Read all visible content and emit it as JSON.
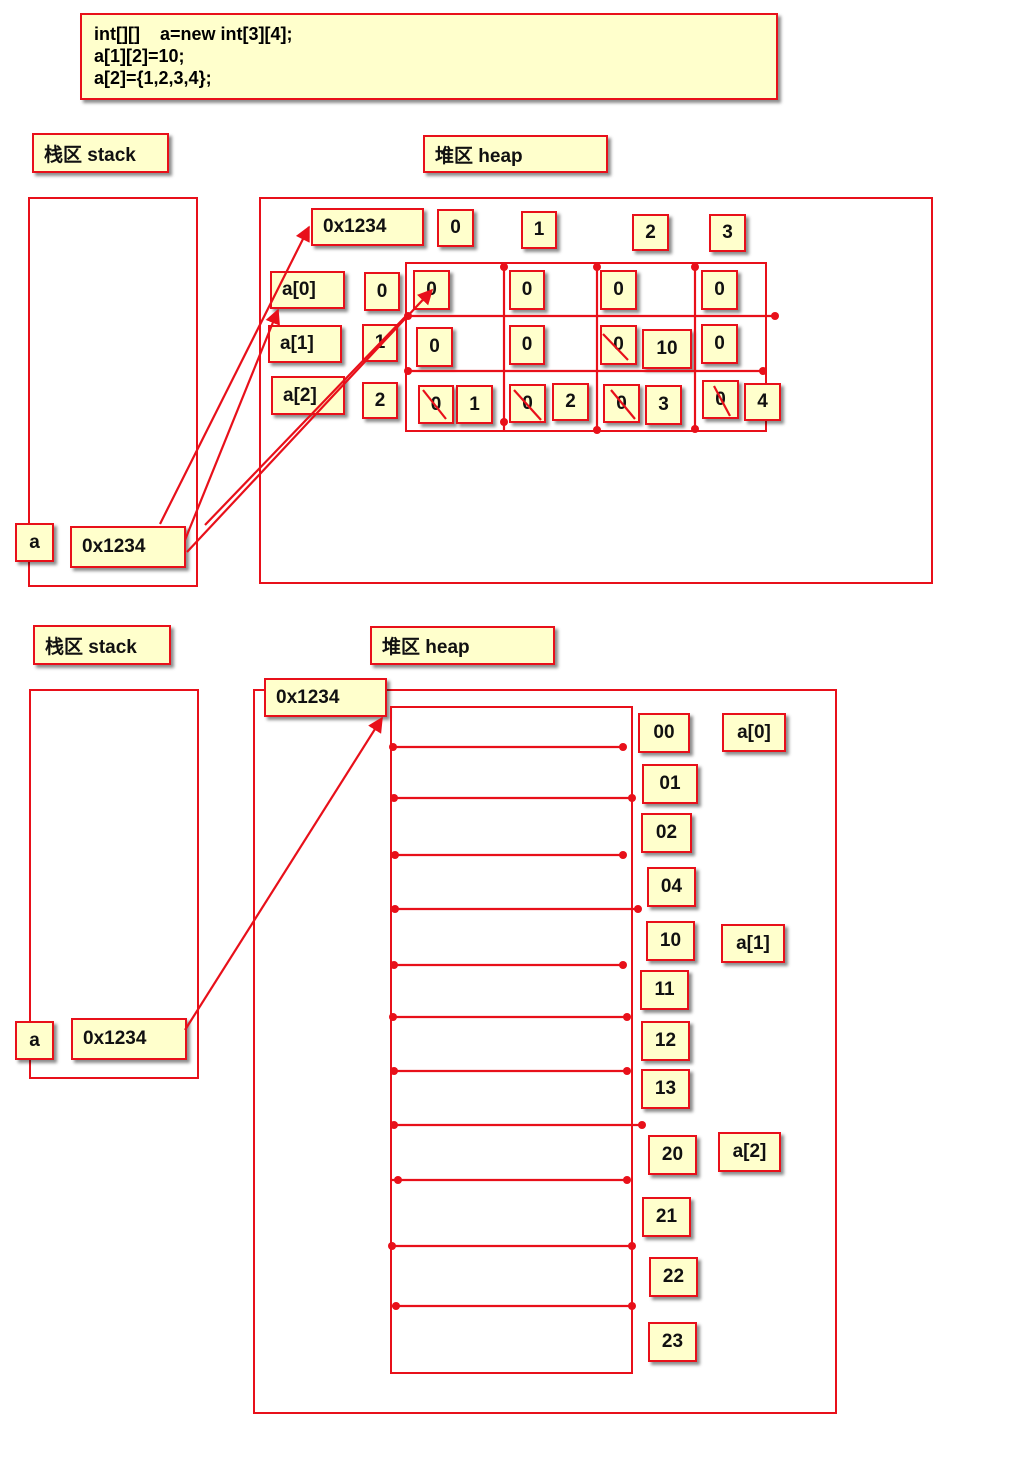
{
  "code": {
    "line1": "int[][]    a=new int[3][4];",
    "line2": "a[1][2]=10;",
    "line3": "a[2]={1,2,3,4};"
  },
  "top": {
    "stack_label": "栈区  stack",
    "heap_label": "堆区  heap",
    "var_name": "a",
    "var_value": "0x1234",
    "heap_address": "0x1234",
    "column_indices": [
      "0",
      "1",
      "2",
      "3"
    ],
    "row_labels": [
      "a[0]",
      "a[1]",
      "a[2]"
    ],
    "row_indices": [
      "0",
      "1",
      "2"
    ],
    "grid": [
      [
        "0",
        "0",
        "0",
        "0"
      ],
      [
        "0",
        "0",
        "0",
        "0"
      ],
      [
        "0",
        "0",
        "0",
        "0"
      ]
    ],
    "new_value_a12": "10",
    "row2_new_values": [
      "1",
      "2",
      "3",
      "4"
    ]
  },
  "bottom": {
    "stack_label": "栈区  stack",
    "heap_label": "堆区  heap",
    "var_name": "a",
    "var_value": "0x1234",
    "heap_address": "0x1234",
    "cell_indices": [
      "00",
      "01",
      "02",
      "04",
      "10",
      "11",
      "12",
      "13",
      "20",
      "21",
      "22",
      "23"
    ],
    "row_labels": [
      "a[0]",
      "a[1]",
      "a[2]"
    ]
  },
  "colors": {
    "border": "#e8101a",
    "box_fill": "#ffffcc"
  }
}
